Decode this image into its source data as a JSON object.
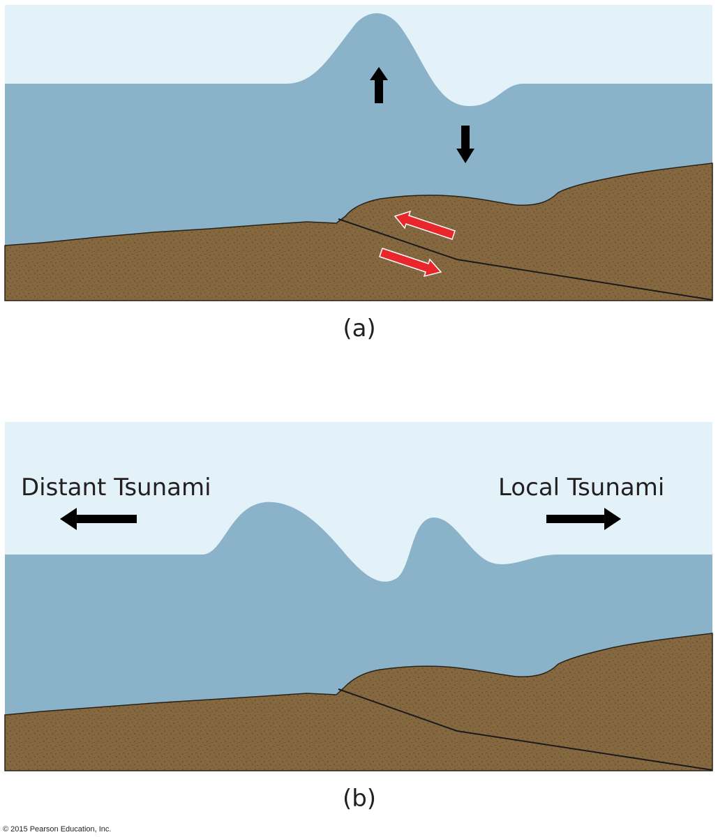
{
  "colors": {
    "sky": "#e3f1f8",
    "water": "#8ab2c9",
    "sediment": "#85683f",
    "fault_line": "#1a1a1a",
    "motion_arrow": "#e8262c",
    "movement_arrow": "#000000"
  },
  "panel_a": {
    "label": "(a)",
    "icons": {
      "water_up": "up-arrow-icon",
      "water_down": "down-arrow-icon",
      "slip_up": "slip-up-arrow-icon",
      "slip_down": "slip-down-arrow-icon"
    }
  },
  "panel_b": {
    "label": "(b)",
    "distant_label": "Distant Tsunami",
    "local_label": "Local Tsunami",
    "icons": {
      "distant": "left-arrow-icon",
      "local": "right-arrow-icon"
    }
  },
  "copyright": "© 2015 Pearson Education, Inc."
}
